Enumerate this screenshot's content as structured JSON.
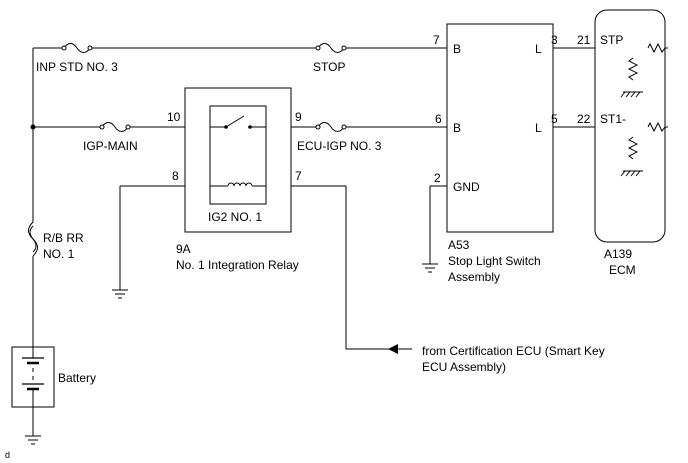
{
  "labels": {
    "inp_std": "INP STD NO. 3",
    "stop": "STOP",
    "igp_main": "IGP-MAIN",
    "ecu_igp": "ECU-IGP NO. 3",
    "ig2": "IG2 NO. 1",
    "relay_code": "9A",
    "relay_name": "No. 1 Integration Relay",
    "rb_rr_1": "R/B RR",
    "rb_rr_2": "NO. 1",
    "battery": "Battery",
    "switch_code": "A53",
    "switch_name_1": "Stop Light Switch",
    "switch_name_2": "Assembly",
    "ecm_code": "A139",
    "ecm_name": "ECM",
    "cert_1": "from Certification ECU (Smart Key",
    "cert_2": "ECU Assembly)",
    "gnd": "GND",
    "corner": "d"
  },
  "switch_terminals": {
    "b1": "B",
    "b2": "B",
    "l1": "L",
    "l2": "L"
  },
  "ecm_terminals": {
    "stp": "STP",
    "st1": "ST1-"
  },
  "pins": {
    "relay_10": "10",
    "relay_9": "9",
    "relay_8": "8",
    "relay_7": "7",
    "switch_7": "7",
    "switch_6": "6",
    "switch_2": "2",
    "switch_3": "3",
    "switch_5": "5",
    "ecm_21": "21",
    "ecm_22": "22"
  },
  "icons": [
    "fuse-icon",
    "relay-switch-icon",
    "relay-coil-icon",
    "ground-icon",
    "battery-icon",
    "resistor-icon",
    "arrow-icon"
  ]
}
